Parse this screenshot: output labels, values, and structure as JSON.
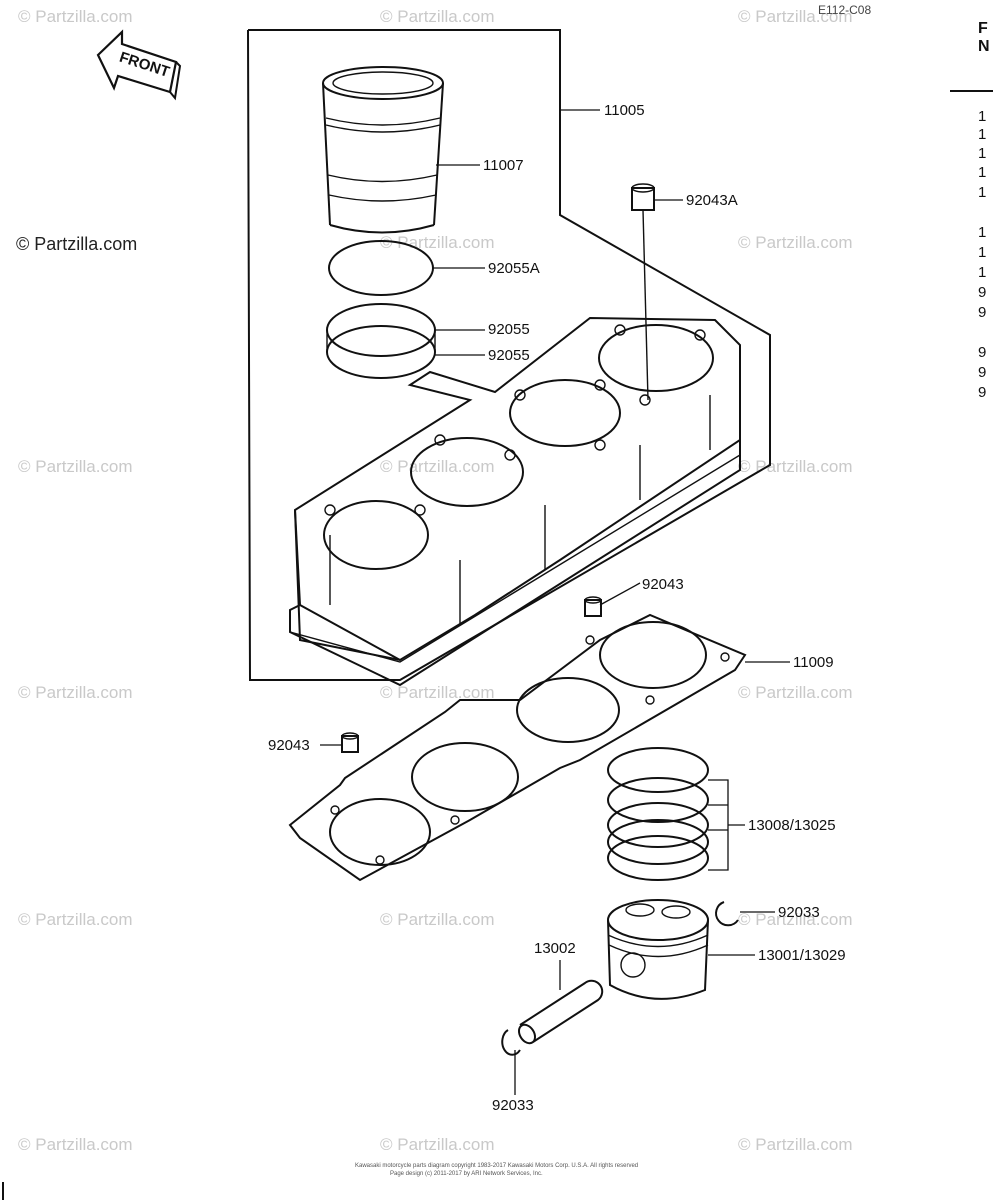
{
  "diagram": {
    "ref_code": "E112-C08",
    "front_label": "FRONT",
    "watermark": "© Partzilla.com",
    "copyright_line1": "Kawasaki motorcycle parts diagram copyright 1983-2017 Kawasaki Motors Corp. U.S.A. All rights reserved",
    "copyright_line2": "Page design (c) 2011-2017 by ARI Network Services, Inc.",
    "parts": [
      {
        "id": "11005",
        "label": "11005"
      },
      {
        "id": "11007",
        "label": "11007"
      },
      {
        "id": "92043A",
        "label": "92043A"
      },
      {
        "id": "92055A",
        "label": "92055A"
      },
      {
        "id": "92055_1",
        "label": "92055"
      },
      {
        "id": "92055_2",
        "label": "92055"
      },
      {
        "id": "92043_1",
        "label": "92043"
      },
      {
        "id": "11009",
        "label": "11009"
      },
      {
        "id": "92043_2",
        "label": "92043"
      },
      {
        "id": "13008",
        "label": "13008/13025"
      },
      {
        "id": "92033_1",
        "label": "92033"
      },
      {
        "id": "13001",
        "label": "13001/13029"
      },
      {
        "id": "13002",
        "label": "13002"
      },
      {
        "id": "92033_2",
        "label": "92033"
      }
    ]
  },
  "sidebar": {
    "header_top": "F",
    "header_bottom": "N",
    "items": [
      "1",
      "1",
      "1",
      "1",
      "1",
      "1",
      "1",
      "1",
      "9",
      "9",
      "9",
      "9",
      "9"
    ]
  }
}
